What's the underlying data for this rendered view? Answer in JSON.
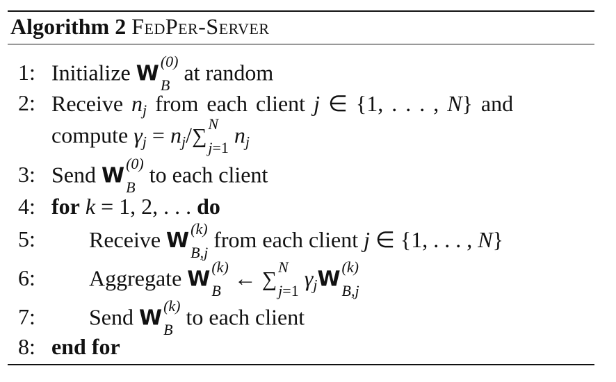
{
  "algorithm": {
    "label": "Algorithm 2",
    "name": "FedPer-Server"
  },
  "lines": [
    {
      "num": "1:",
      "text": "Initialize W_B^(0) at random"
    },
    {
      "num": "2:",
      "text": "Receive n_j from each client j ∈ {1, . . . , N} and"
    },
    {
      "num": "",
      "text": "compute γ_j = n_j / Σ_{j=1}^N n_j"
    },
    {
      "num": "3:",
      "text": "Send W_B^(0) to each client"
    },
    {
      "num": "4:",
      "text": "for k = 1, 2, . . . do"
    },
    {
      "num": "5:",
      "text": "Receive W_{B,j}^(k) from each client j ∈ {1, . . . , N}"
    },
    {
      "num": "6:",
      "text": "Aggregate W_B^(k) ← Σ_{j=1}^N γ_j W_{B,j}^(k)"
    },
    {
      "num": "7:",
      "text": "Send W_B^(k) to each client"
    },
    {
      "num": "8:",
      "text": "end for"
    }
  ],
  "tokens": {
    "initialize": "Initialize",
    "at_random": "at random",
    "receive": "Receive",
    "from_each_client": "from each client",
    "and": "and",
    "compute": "compute",
    "send": "Send",
    "to_each_client": "to each client",
    "for": "for",
    "do": "do",
    "aggregate": "Aggregate",
    "end_for": "end for",
    "W": "W"
  }
}
